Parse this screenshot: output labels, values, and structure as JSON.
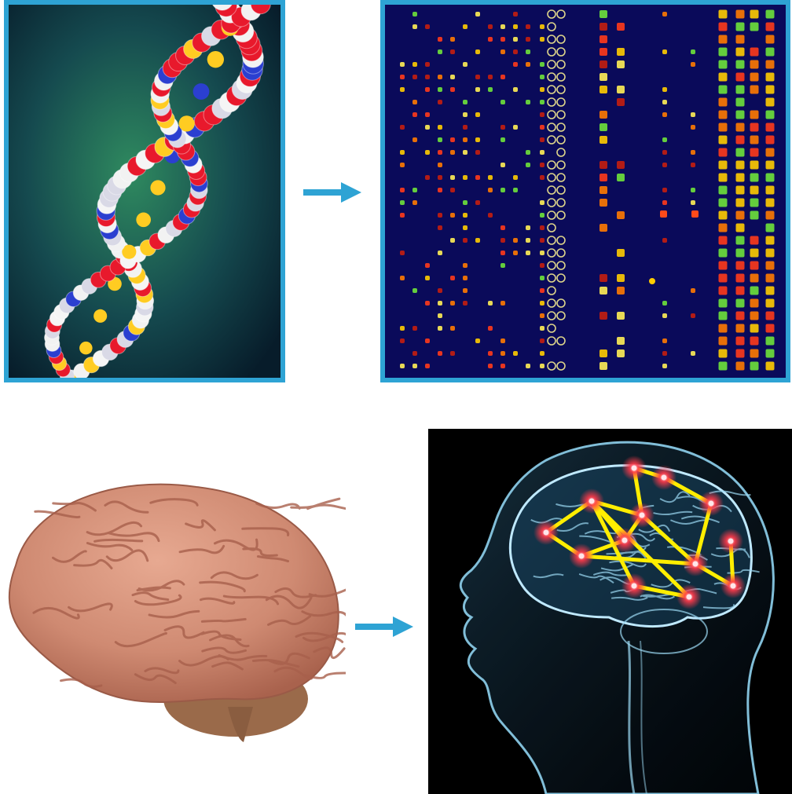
{
  "figure": {
    "panels": [
      {
        "id": "dna-helix",
        "kind": "photo",
        "subject": "dna-double-helix"
      },
      {
        "id": "microarray",
        "kind": "photo",
        "subject": "gene-expression-microarray"
      },
      {
        "id": "brain",
        "kind": "photo",
        "subject": "human-brain"
      },
      {
        "id": "brain-network",
        "kind": "photo",
        "subject": "brain-connectivity-network"
      }
    ],
    "arrows": [
      {
        "from": "dna-helix",
        "to": "microarray"
      },
      {
        "from": "brain",
        "to": "brain-network"
      }
    ]
  },
  "colors": {
    "frame": "#2ea3d4",
    "arrow": "#2ea3d4",
    "network_edge": "#ffee00",
    "network_node": "#ff3a4a",
    "microarray_bg": "#0a0a5a"
  },
  "icons": [
    "arrow-right-icon"
  ]
}
